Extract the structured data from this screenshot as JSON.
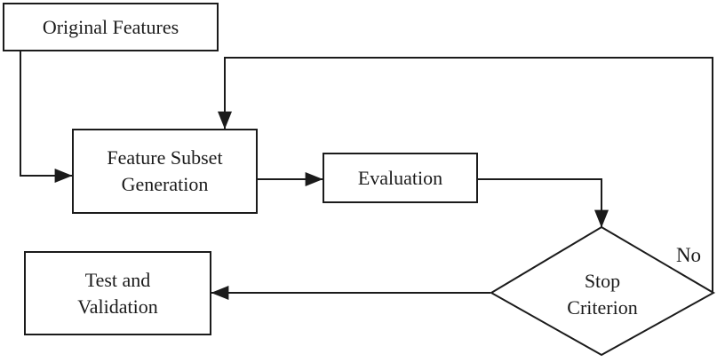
{
  "diagram": {
    "nodes": {
      "original_features": "Original Features",
      "feature_subset_generation": "Feature Subset\nGeneration",
      "evaluation": "Evaluation",
      "stop_criterion": "Stop\nCriterion",
      "test_and_validation": "Test and\nValidation"
    },
    "edge_labels": {
      "no": "No"
    },
    "colors": {
      "line": "#1b1b1b",
      "background": "#ffffff",
      "text": "#1b1b1b"
    }
  }
}
